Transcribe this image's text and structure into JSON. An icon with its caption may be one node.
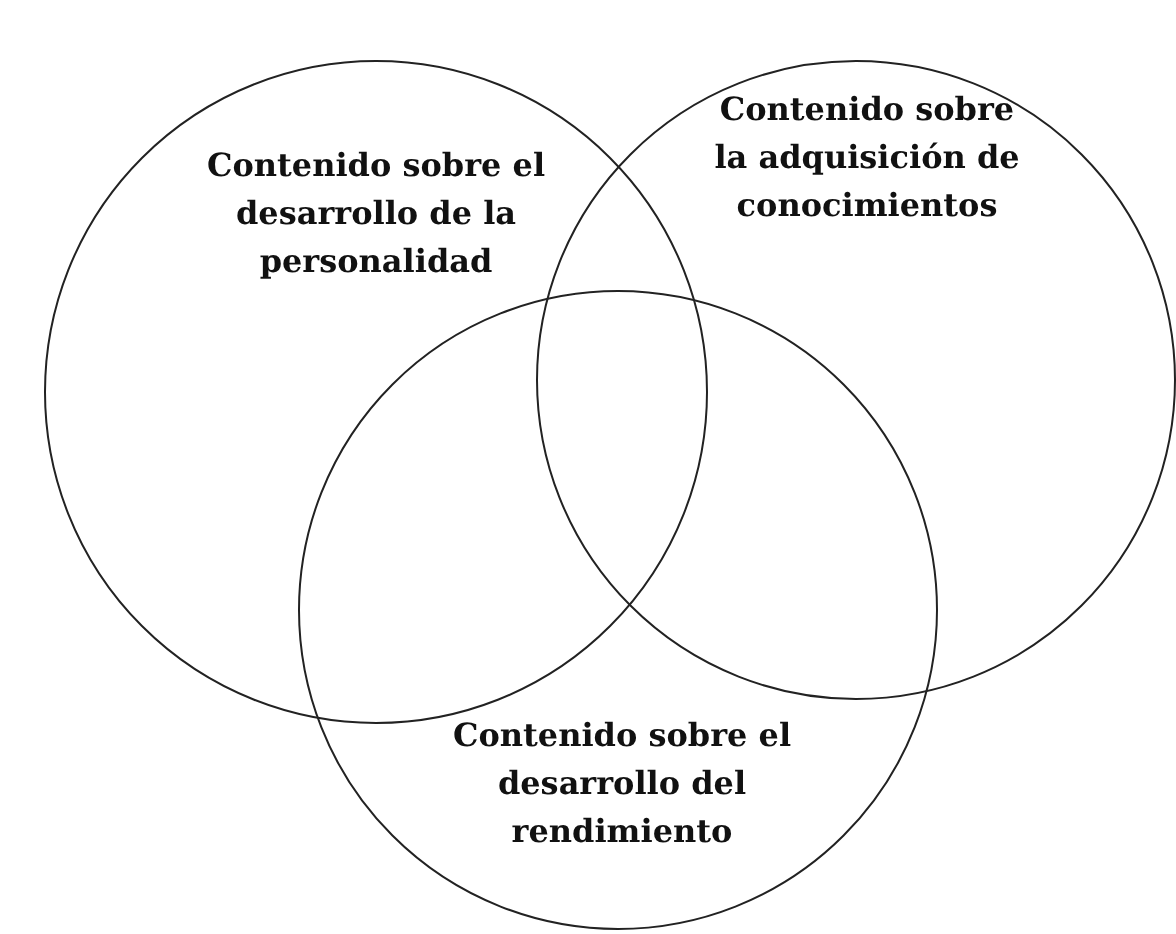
{
  "diagram": {
    "nodes": [
      {
        "text": [
          "Contenido sobre el desarrollo de la personalidad"
        ]
      },
      {
        "text": [
          "Contenido sobre la adquisición de conocimientos"
        ]
      },
      {
        "text": [
          "Contenido sobre el desarrollo del rendimiento"
        ]
      }
    ]
  }
}
